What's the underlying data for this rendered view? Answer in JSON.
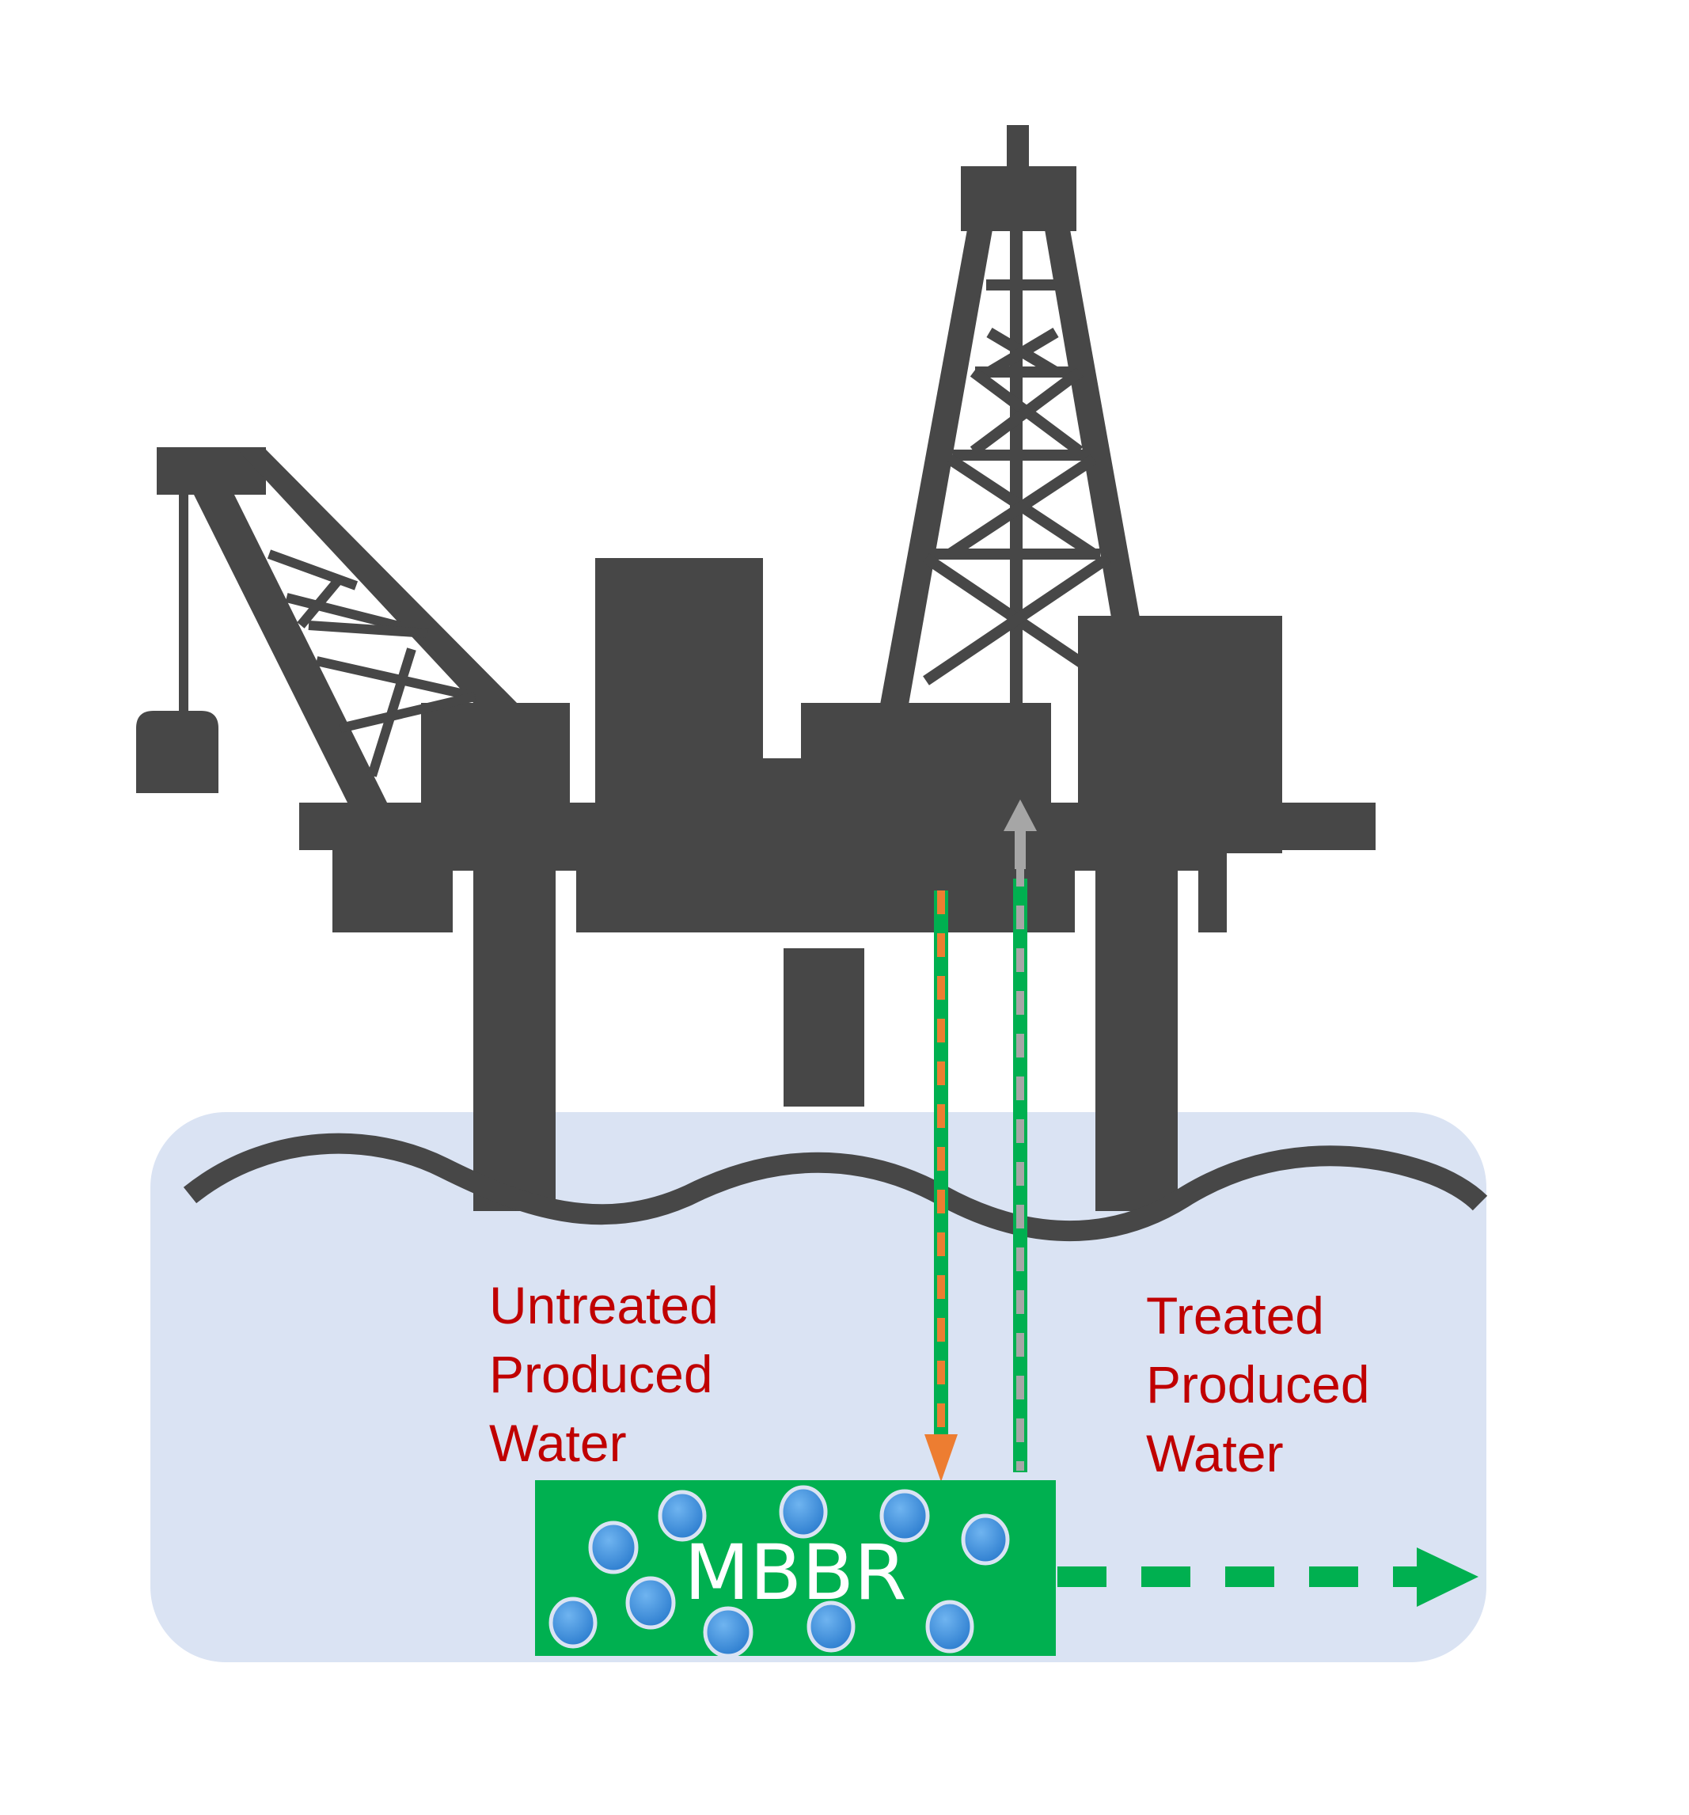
{
  "labels": {
    "untreated": [
      "Untreated",
      "Produced",
      "Water"
    ],
    "treated": [
      "Treated",
      "Produced",
      "Water"
    ],
    "reactor": "MBBR"
  },
  "colors": {
    "platform": "#474747",
    "sea": "#dae3f3",
    "reactor": "#00b050",
    "media": "#3d8fdc",
    "untreated_flow": "#ed7d31",
    "treated_flow": "#a6a6a6",
    "discharge_flow": "#00b050",
    "label_text": "#c00000"
  },
  "icons": {
    "platform": "offshore-platform-icon",
    "waves": "wave-icon",
    "media": "biofilm-carrier-icon"
  }
}
